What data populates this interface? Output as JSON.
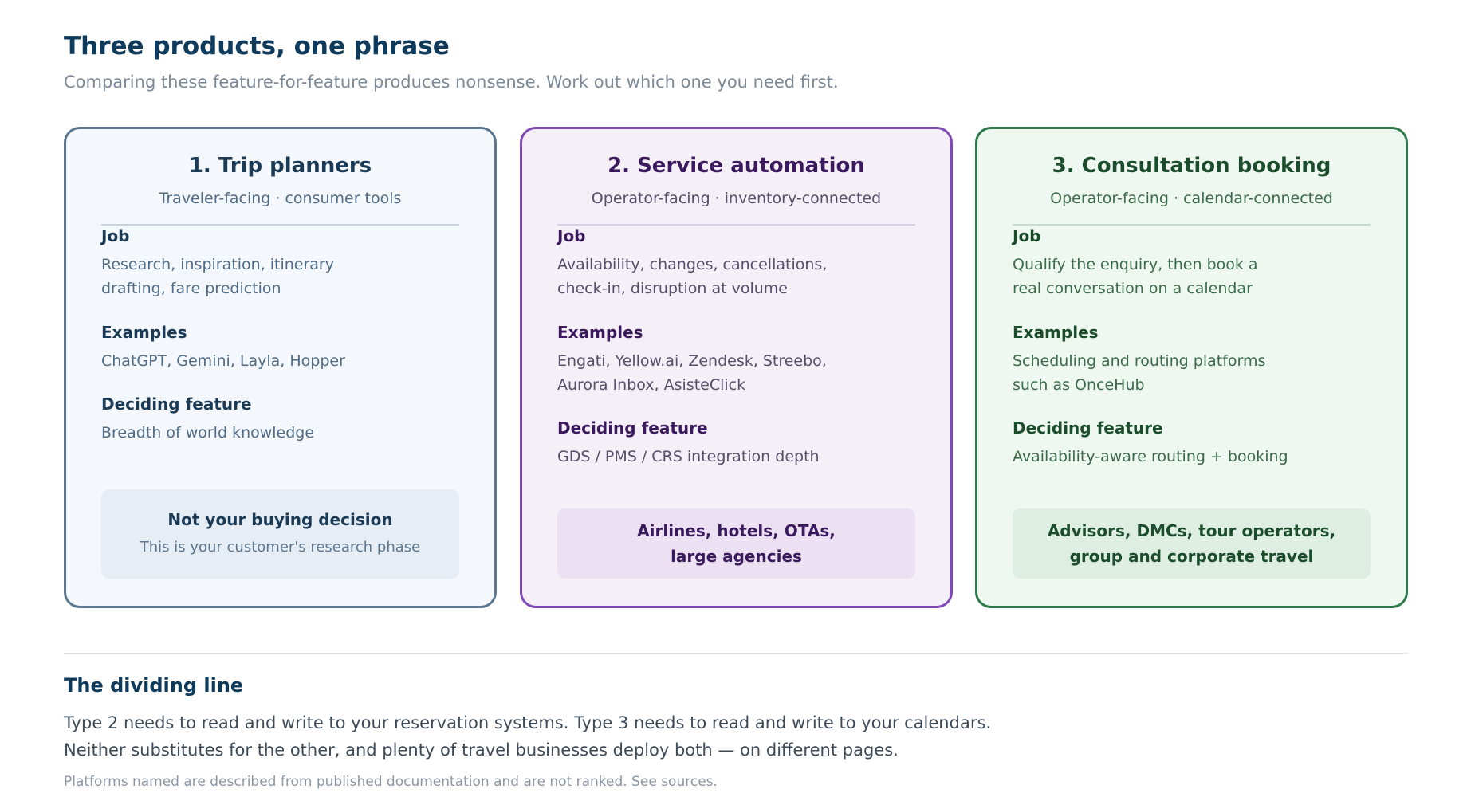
{
  "header": {
    "title": "Three products, one phrase",
    "subtitle": "Comparing these feature-for-feature produces nonsense. Work out which one you need first."
  },
  "cards": [
    {
      "title": "1. Trip planners",
      "subtitle": "Traveler-facing · consumer tools",
      "job_label": "Job",
      "job_lines": [
        "Research, inspiration, itinerary",
        "drafting, fare prediction"
      ],
      "examples_label": "Examples",
      "examples_lines": [
        "ChatGPT, Gemini, Layla, Hopper"
      ],
      "deciding_label": "Deciding feature",
      "deciding_text": "Breadth of world knowledge",
      "footer_title_lines": [
        "Not your buying decision"
      ],
      "footer_sub": "This is your customer's research phase",
      "border_color": "#5a7891"
    },
    {
      "title": "2. Service automation",
      "subtitle": "Operator-facing · inventory-connected",
      "job_label": "Job",
      "job_lines": [
        "Availability, changes, cancellations,",
        "check-in, disruption at volume"
      ],
      "examples_label": "Examples",
      "examples_lines": [
        "Engati, Yellow.ai, Zendesk, Streebo,",
        "Aurora Inbox, AsisteClick"
      ],
      "deciding_label": "Deciding feature",
      "deciding_text": "GDS / PMS / CRS integration depth",
      "footer_title_lines": [
        "Airlines, hotels, OTAs,",
        "large agencies"
      ],
      "footer_sub": "",
      "border_color": "#8049b8"
    },
    {
      "title": "3. Consultation booking",
      "subtitle": "Operator-facing · calendar-connected",
      "job_label": "Job",
      "job_lines": [
        "Qualify the enquiry, then book a",
        "real conversation on a calendar"
      ],
      "examples_label": "Examples",
      "examples_lines": [
        "Scheduling and routing platforms",
        "such as OnceHub"
      ],
      "deciding_label": "Deciding feature",
      "deciding_text": "Availability-aware routing + booking",
      "footer_title_lines": [
        "Advisors, DMCs, tour operators,",
        "group and corporate travel"
      ],
      "footer_sub": "",
      "border_color": "#2e7a4b"
    }
  ],
  "dividing": {
    "title": "The dividing line",
    "lines": [
      "Type 2 needs to read and write to your reservation systems. Type 3 needs to read and write to your calendars.",
      "Neither substitutes for the other, and plenty of travel businesses deploy both — on different pages."
    ],
    "note": "Platforms named are described from published documentation and are not ranked. See sources."
  }
}
